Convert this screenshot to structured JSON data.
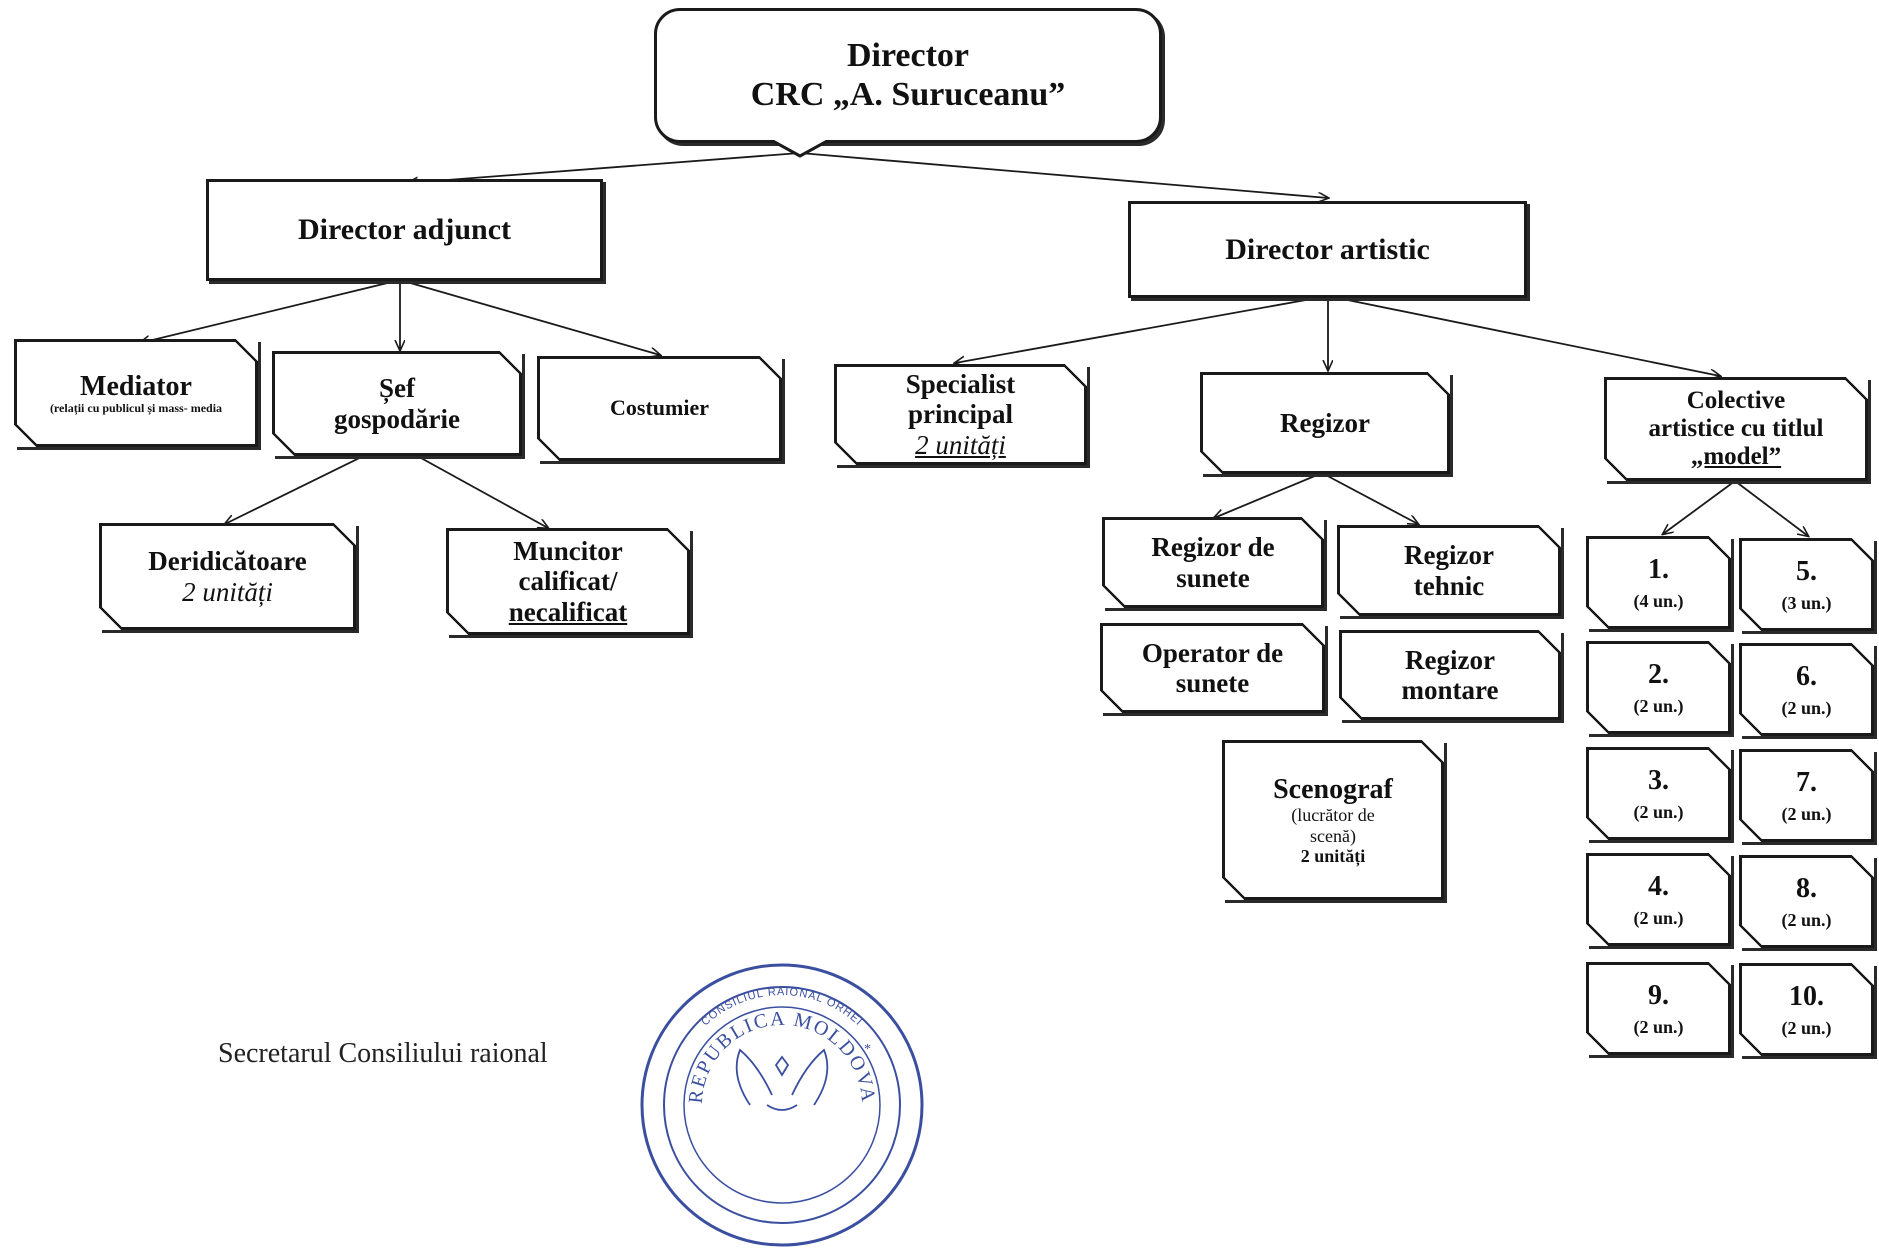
{
  "director": {
    "line1": "Director",
    "line2": "CRC „A. Suruceanu”"
  },
  "adjunct": {
    "label": "Director adjunct"
  },
  "artistic": {
    "label": "Director artistic"
  },
  "mediator": {
    "title": "Mediator",
    "sub": "(relații cu publicul și mass- media"
  },
  "sef": {
    "line1": "Șef",
    "line2": "gospodărie"
  },
  "costumier": {
    "label": "Costumier"
  },
  "specialist": {
    "line1": "Specialist",
    "line2": "principal",
    "line3": "2 unități"
  },
  "regizor": {
    "label": "Regizor"
  },
  "colective": {
    "line1": "Colective",
    "line2": "artistice cu titlul",
    "line3": "„model”"
  },
  "deridicatoare": {
    "line1": "Deridicătoare",
    "line2": "2 unități"
  },
  "muncitor": {
    "line1": "Muncitor",
    "line2": "calificat/",
    "line3": "necalificat"
  },
  "regizor_sunete": {
    "line1": "Regizor de",
    "line2": "sunete"
  },
  "regizor_tehnic": {
    "line1": "Regizor",
    "line2": "tehnic"
  },
  "operator_sunete": {
    "line1": "Operator de",
    "line2": "sunete"
  },
  "regizor_montare": {
    "line1": "Regizor",
    "line2": "montare"
  },
  "scenograf": {
    "title": "Scenograf",
    "sub1": "(lucrător de",
    "sub2": "scenă)",
    "sub3": "2 unități"
  },
  "groups": [
    {
      "n": "1.",
      "u": "(4 un.)"
    },
    {
      "n": "2.",
      "u": "(2 un.)"
    },
    {
      "n": "3.",
      "u": "(2 un.)"
    },
    {
      "n": "4.",
      "u": "(2 un.)"
    },
    {
      "n": "9.",
      "u": "(2 un.)"
    },
    {
      "n": "5.",
      "u": "(3 un.)"
    },
    {
      "n": "6.",
      "u": "(2 un.)"
    },
    {
      "n": "7.",
      "u": "(2 un.)"
    },
    {
      "n": "8.",
      "u": "(2 un.)"
    },
    {
      "n": "10.",
      "u": "(2 un.)"
    }
  ],
  "stamp": {
    "text": "REPUBLICA MOLDOVA",
    "ring": "CONSILIUL RAIONAL ORHEI"
  },
  "footer": {
    "text": "Secretarul Consiliului raional"
  }
}
